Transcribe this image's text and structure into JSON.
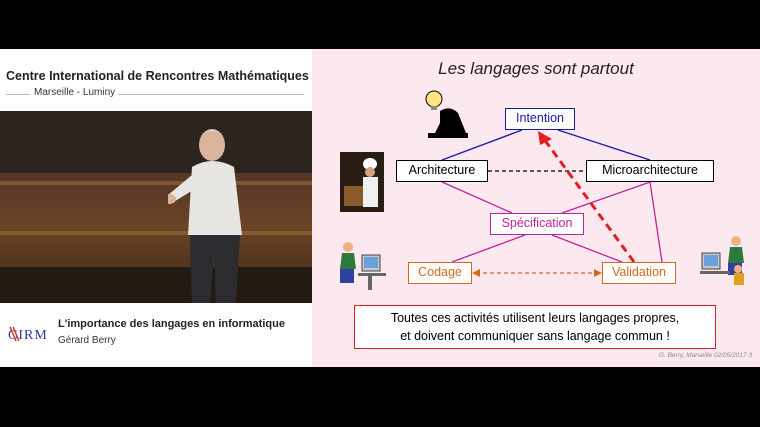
{
  "window": {
    "organization": "Centre International de Rencontres Mathématiques",
    "location": "Marseille - Luminy",
    "logo_text": "CIRM",
    "talk_title": "L'importance des langages en informatique",
    "speaker": "Gérard Berry"
  },
  "slide": {
    "title": "Les langages sont partout",
    "boxes": {
      "intention": "Intention",
      "architecture": "Architecture",
      "microarchitecture": "Microarchitecture",
      "specification": "Spécification",
      "codage": "Codage",
      "validation": "Validation"
    },
    "note_line1": "Toutes ces activités utilisent leurs langages propres,",
    "note_line2": "et doivent communiquer sans langage commun !",
    "credit": "G. Berry, Marseille  02/05/2017    3"
  },
  "colors": {
    "intention": "#1a1aa8",
    "specification": "#c0229a",
    "codage_validation": "#d06a20",
    "note_border": "#e02020",
    "slide_background": "#fce9f0"
  },
  "icons": [
    "thinker-lightbulb-icon",
    "chef-photo-icon",
    "programmer-left-icon",
    "programmer-right-icon"
  ]
}
